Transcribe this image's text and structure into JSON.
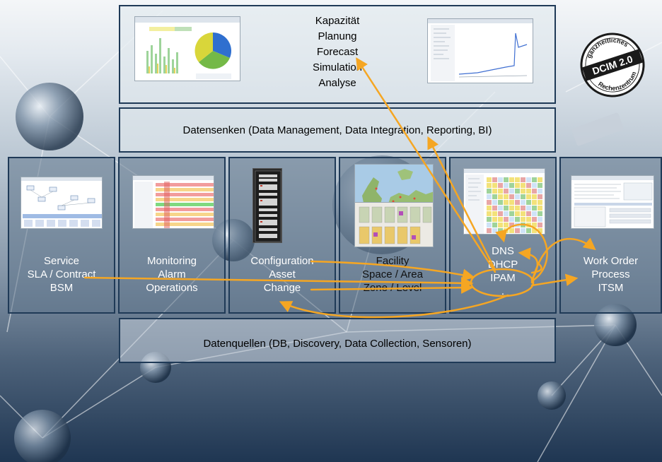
{
  "top_panel": {
    "lines": [
      "Kapazität",
      "Planung",
      "Forecast",
      "Simulation",
      "Analyse"
    ]
  },
  "badge": {
    "arc_top": "ganzheitliches",
    "center": "DCIM 2.0",
    "arc_bottom": "Rechenzentrum"
  },
  "datensenken": {
    "label": "Datensenken (Data Management, Data Integration, Reporting, BI)"
  },
  "columns": [
    {
      "lines": [
        "Service",
        "SLA / Contract",
        "BSM"
      ]
    },
    {
      "lines": [
        "Monitoring",
        "Alarm",
        "Operations"
      ]
    },
    {
      "lines": [
        "Configuration",
        "Asset",
        "Change"
      ]
    },
    {
      "lines": [
        "Facility",
        "Space / Area",
        "Zone / Level"
      ]
    },
    {
      "lines": [
        "DNS",
        "DHCP",
        "IPAM",
        "."
      ]
    },
    {
      "lines": [
        "Work Order",
        "Process",
        "ITSM"
      ]
    }
  ],
  "datenquellen": {
    "label": "Datenquellen (DB, Discovery, Data Collection, Sensoren)"
  },
  "colors": {
    "arrow": "#f5a623",
    "border": "#1f3a57"
  }
}
